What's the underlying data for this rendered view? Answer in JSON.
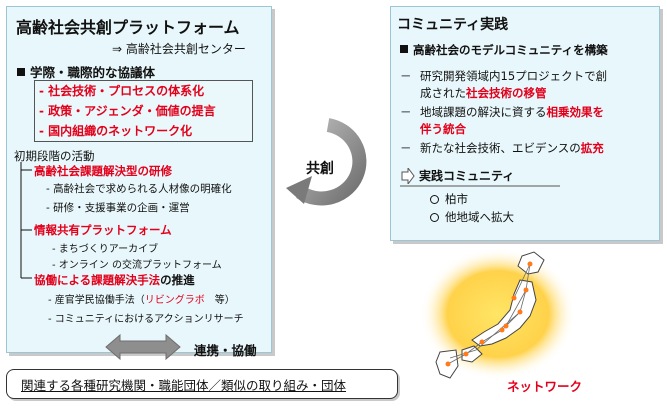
{
  "left_panel": {
    "title": "高齢社会共創プラットフォーム",
    "subtitle": "⇒ 高齢社会共創センター",
    "section_heading": "学際・職際的な協議体",
    "key_points": [
      "- 社会技術・プロセスの体系化",
      "- 政策・アジェンダ・価値の提言",
      "- 国内組織のネットワーク化"
    ],
    "activities_heading": "初期段階の活動",
    "activities": [
      {
        "title": "高齢社会課題解決型の研修",
        "items": [
          "- 高齢社会で求められる人材像の明確化",
          "- 研修・支援事業の企画・運営"
        ]
      },
      {
        "title": "情報共有プラットフォーム",
        "items": [
          "- まちづくりアーカイブ",
          "- オンライン の交流プラットフォーム"
        ]
      },
      {
        "title_red": "協働による課題解決手法",
        "title_black": "の推進",
        "item3_prefix": "- 産官学民協働手法（",
        "item3_red": "リビングラボ",
        "item3_suffix": "　等）",
        "item4": "- コミュニティにおけるアクションリサーチ"
      }
    ]
  },
  "center": {
    "cycle_label": "共創",
    "link_label": "連携・協働"
  },
  "bottom_bar": {
    "text": "関連する各種研究機関・職能団体／類似の取り組み・団体"
  },
  "right_panel": {
    "title": "コミュニティ実践",
    "heading": "高齢社会のモデルコミュニティを構築",
    "line1a": "研究開発領域内15プロジェクトで創",
    "line1b_prefix": "成された",
    "line1b_red": "社会技術の移管",
    "line2a_prefix": "地域課題の解決に資する",
    "line2a_red": "相乗効果を",
    "line2b_red": "伴う統合",
    "line3_prefix": "新たな社会技術、エビデンスの",
    "line3_red": "拡充",
    "practice_heading": "実践コミュニティ",
    "practice_items": [
      "柏市",
      "他地域へ拡大"
    ]
  },
  "network_label": "ネットワーク",
  "colors": {
    "accent_red": "#e3001b",
    "panel_bg": "#e8f7fb",
    "arrow_gray": "#8e8e8e"
  }
}
